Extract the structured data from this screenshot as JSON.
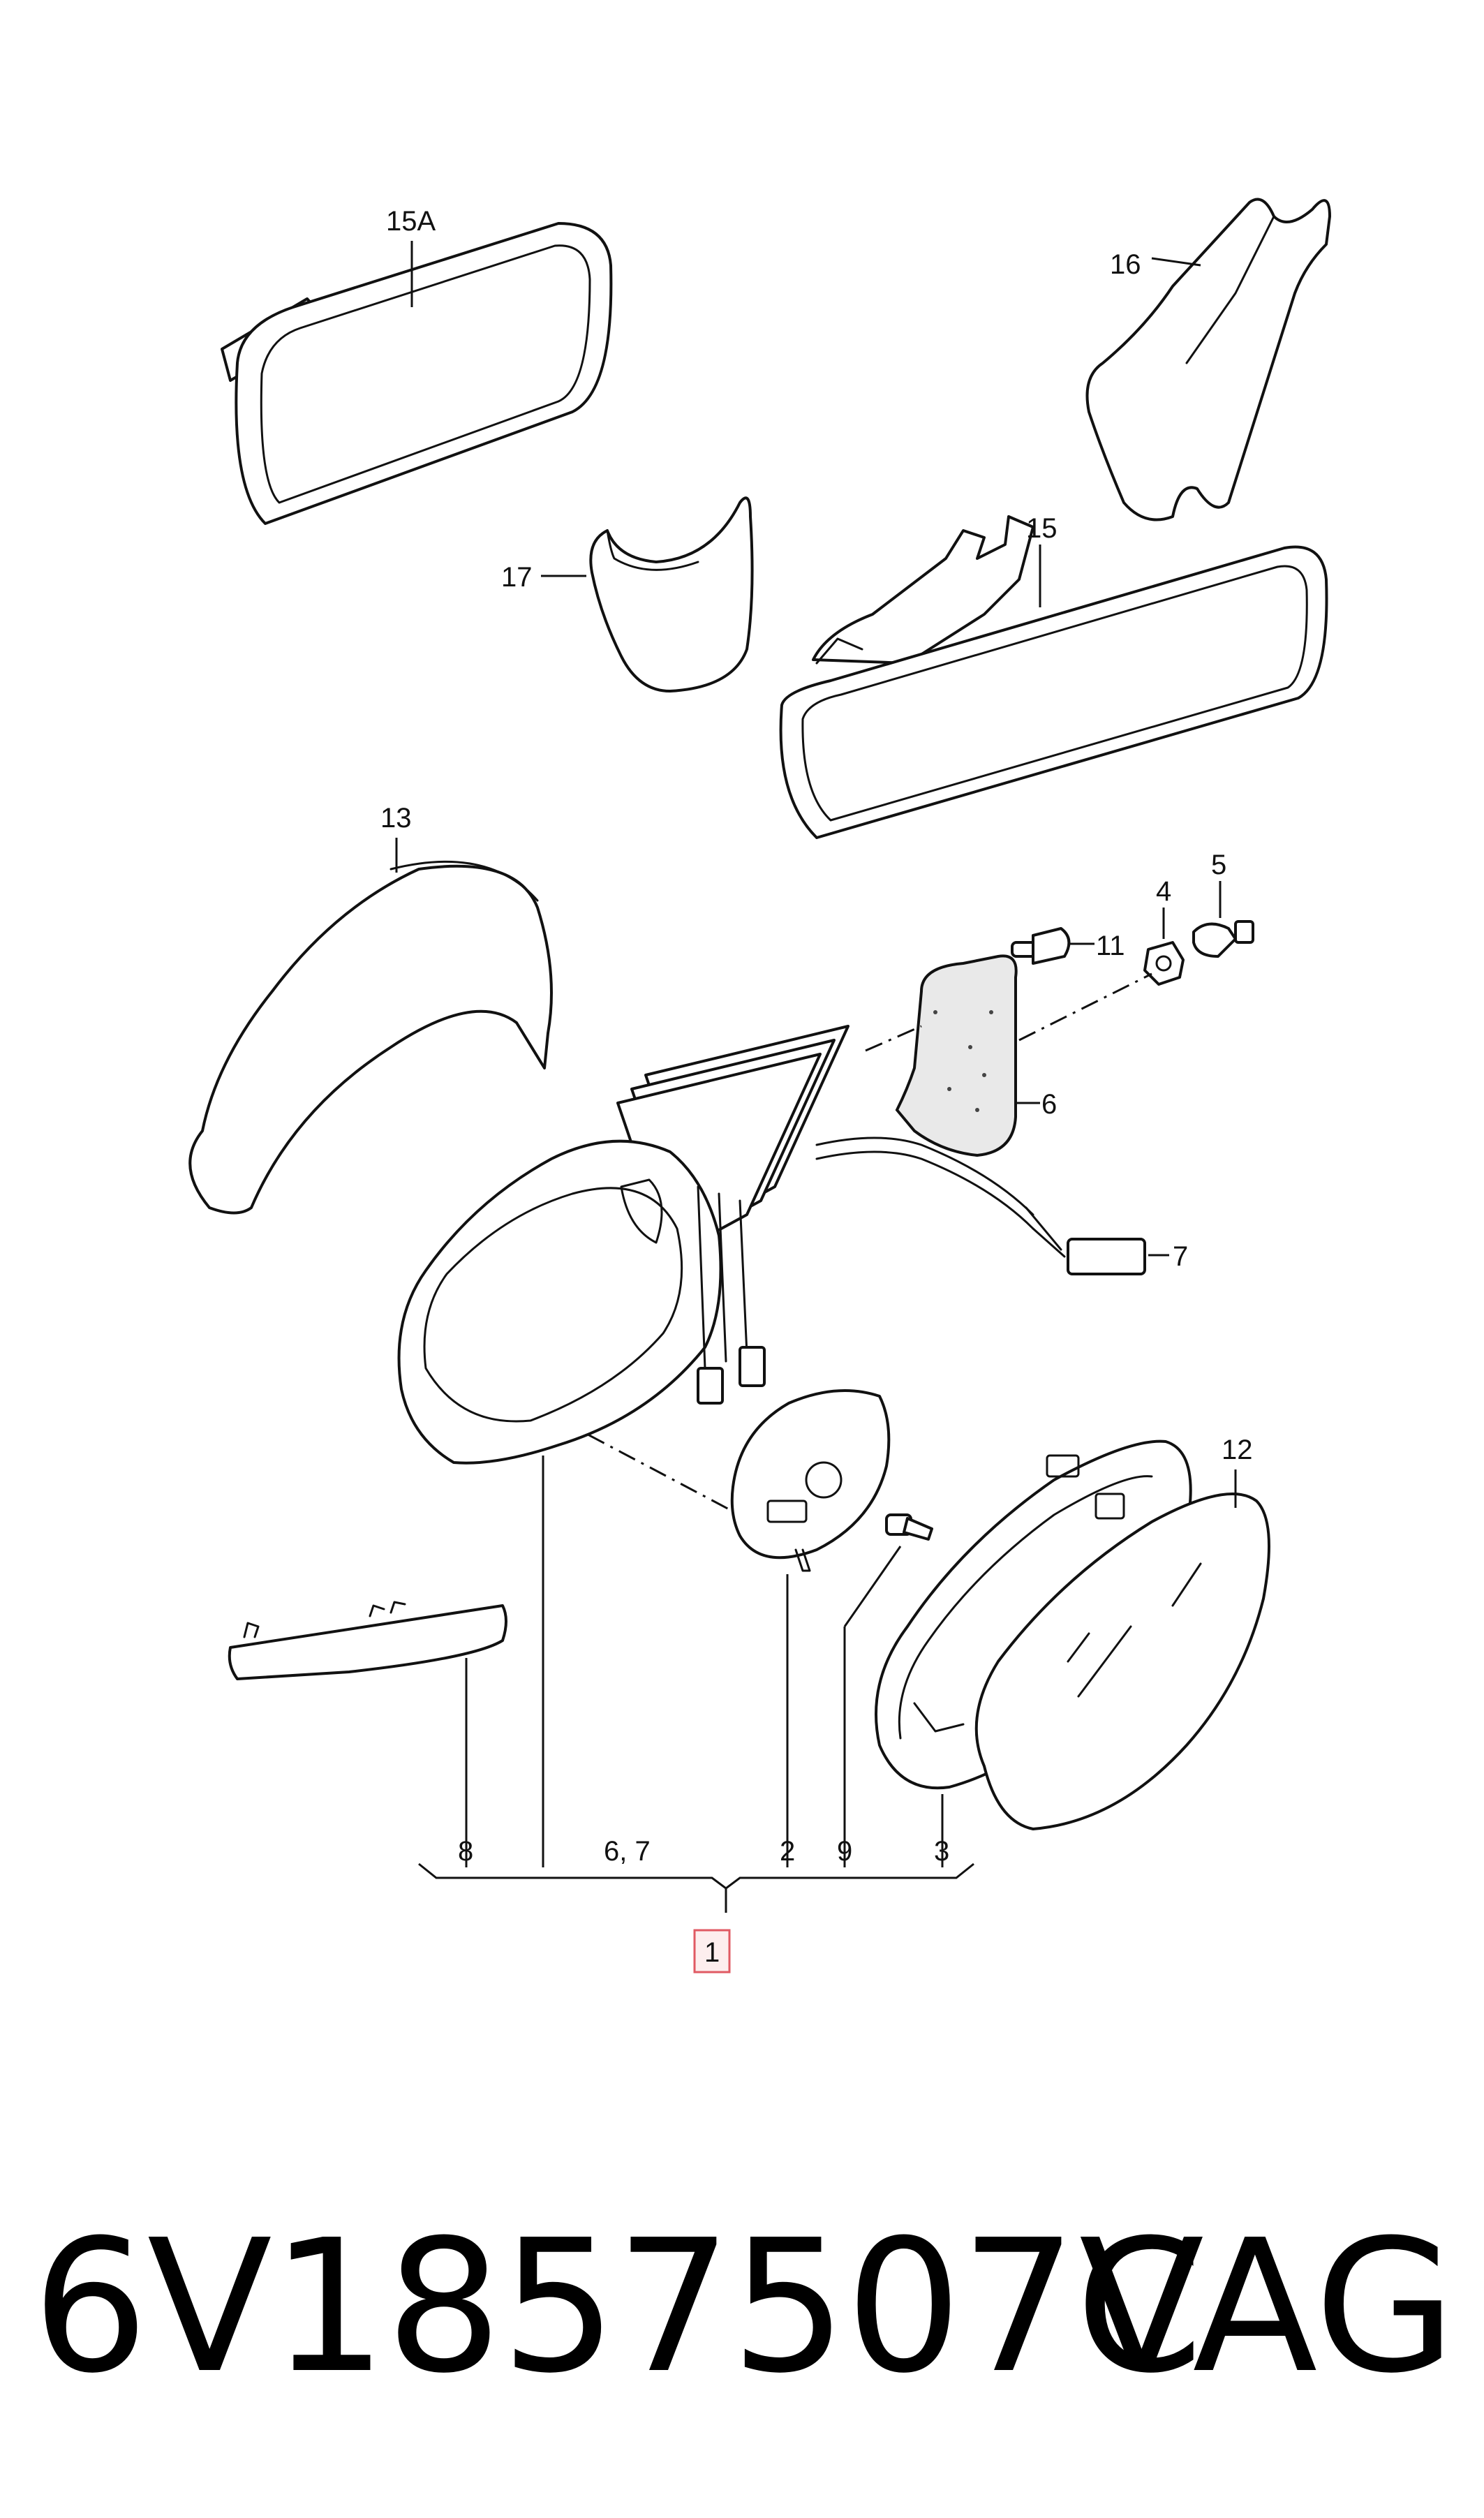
{
  "diagram": {
    "callouts": {
      "c15A": "15A",
      "c16": "16",
      "c17": "17",
      "c15": "15",
      "c13": "13",
      "c4": "4",
      "c5": "5",
      "c11": "11",
      "c6": "6",
      "c7": "7",
      "c12": "12",
      "c8": "8",
      "c67": "6, 7",
      "c2": "2",
      "c9": "9",
      "c3": "3",
      "c1": "1"
    }
  },
  "footer": {
    "part_number": "6V1857507C",
    "brand": "VAG"
  }
}
